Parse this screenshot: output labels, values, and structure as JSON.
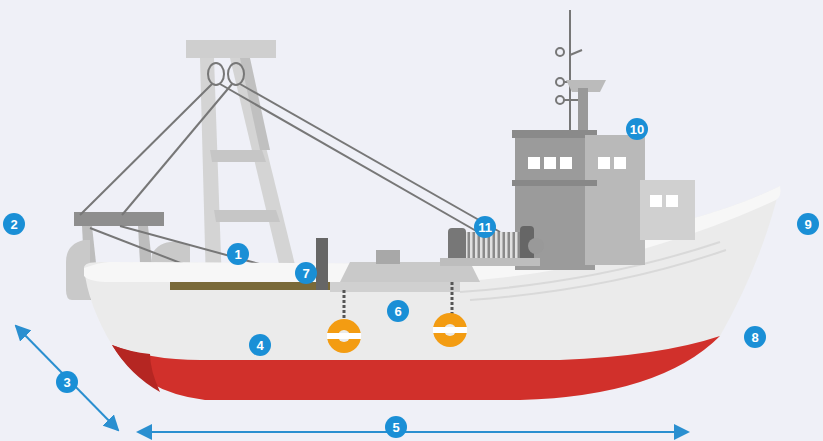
{
  "diagram": {
    "labels": [
      "1",
      "2",
      "3",
      "4",
      "5",
      "6",
      "7",
      "8",
      "9",
      "10",
      "11"
    ]
  }
}
